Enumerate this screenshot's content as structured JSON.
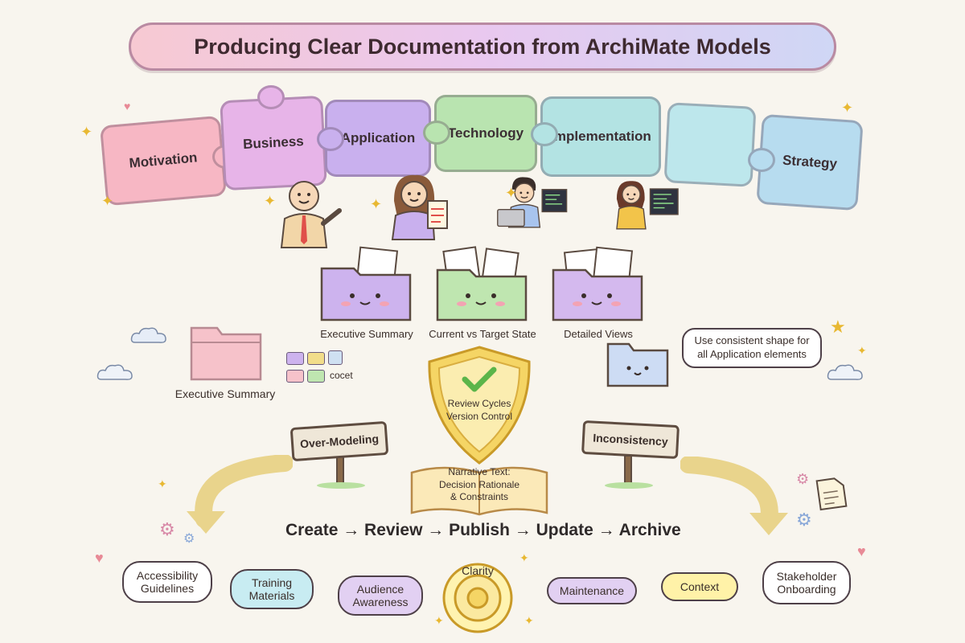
{
  "title": "Producing Clear Documentation from ArchiMate Models",
  "layers": [
    {
      "label": "Motivation",
      "color": "#f7b7c4"
    },
    {
      "label": "Business",
      "color": "#e7b4e8"
    },
    {
      "label": "Application",
      "color": "#c9b0ee"
    },
    {
      "label": "Technology",
      "color": "#b9e4b0"
    },
    {
      "label": "Implementation",
      "color": "#b3e3e3"
    },
    {
      "label": "Strategy",
      "color": "#b7dcef"
    }
  ],
  "folders": [
    {
      "label": "Executive Summary",
      "color": "#cdb3ee"
    },
    {
      "label": "Current vs Target State",
      "color": "#bfe6b0"
    },
    {
      "label": "Detailed Views",
      "color": "#d4b9ee"
    }
  ],
  "left_folder": {
    "label": "Executive Summary",
    "color": "#f6c2ca",
    "tag": "cocet"
  },
  "right_callout": "Use consistent shape for all Application elements",
  "shield": {
    "line1": "Review Cycles",
    "line2": "Version Control"
  },
  "book": {
    "line1": "Narrative Text:",
    "line2": "Decision Rationale",
    "line3": "& Constraints"
  },
  "signs": {
    "left": "Over-Modeling",
    "right": "Inconsistency"
  },
  "cycle": "Create → Review → Publish → Update → Archive",
  "principles": [
    {
      "label": "Accessibility Guidelines",
      "color": "#ffffff"
    },
    {
      "label": "Training Materials",
      "color": "#c8ecf2"
    },
    {
      "label": "Audience Awareness",
      "color": "#e2d0f2"
    },
    {
      "label": "Clarity",
      "color": "#fff3b0"
    },
    {
      "label": "Maintenance",
      "color": "#e2d0f2"
    },
    {
      "label": "Context",
      "color": "#fff2a8"
    },
    {
      "label": "Stakeholder Onboarding",
      "color": "#ffffff"
    }
  ],
  "clarity_label": "Clarity",
  "maintenance_label": "Maintenance",
  "colors": {
    "accent_gold": "#e8b832",
    "check": "#5bb54a",
    "arrow": "#f2e2a8"
  }
}
